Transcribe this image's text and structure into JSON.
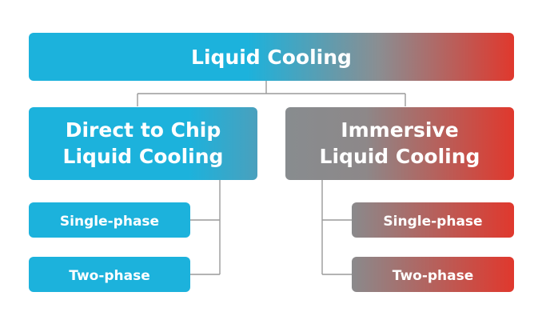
{
  "colors": {
    "cyan": "#1cb2dc",
    "red": "#e0382d",
    "gray": "#888c8f",
    "connector": "#9a9a9a"
  },
  "root": {
    "label": "Liquid Cooling"
  },
  "branches": [
    {
      "label_lines": [
        "Direct to Chip",
        "Liquid Cooling"
      ],
      "children": [
        {
          "label": "Single-phase"
        },
        {
          "label": "Two-phase"
        }
      ]
    },
    {
      "label_lines": [
        "Immersive",
        "Liquid Cooling"
      ],
      "children": [
        {
          "label": "Single-phase"
        },
        {
          "label": "Two-phase"
        }
      ]
    }
  ]
}
